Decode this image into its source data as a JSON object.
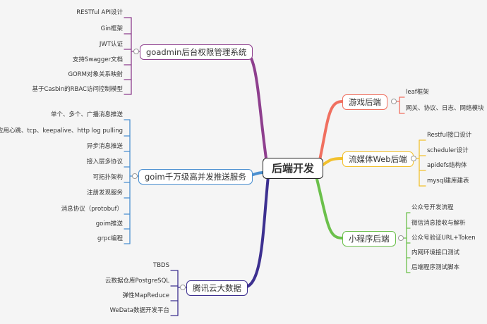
{
  "root": {
    "label": "后端开发"
  },
  "branches": {
    "goadmin": {
      "label": "goadmin后台权限管理系统",
      "color": "#8e3f8e",
      "items": [
        "RESTful API设计",
        "Gin框架",
        "JWT认证",
        "支持Swagger文档",
        "GORM对象关系映射",
        "基于Casbin的RBAC访问控制模型"
      ]
    },
    "goim": {
      "label": "goim千万级高并发推送服务",
      "color": "#4a8fd0",
      "items": [
        "单个、多个、广播消息推送",
        "应用心跳、tcp、keepalive、http log pulling",
        "异步消息推送",
        "接入层多协议",
        "可拓扑架构",
        "注册发现服务",
        "消息协议（protobuf）",
        "goim推送",
        "grpc编程"
      ]
    },
    "tencent": {
      "label": "腾讯云大数据",
      "color": "#3d3090",
      "items": [
        "TBDS",
        "云数据仓库PostgreSQL",
        "弹性MapReduce",
        "WeData数据开发平台"
      ]
    },
    "game": {
      "label": "游戏后端",
      "color": "#f07060",
      "items": [
        "leaf框架",
        "网关、协议、日志、网络模块"
      ]
    },
    "stream": {
      "label": "流媒体Web后端",
      "color": "#f2c12e",
      "items": [
        "Restful接口设计",
        "scheduler设计",
        "apidefs结构体",
        "mysql建库建表"
      ]
    },
    "mini": {
      "label": "小程序后端",
      "color": "#6bc04b",
      "items": [
        "公众号开发流程",
        "微信消息接收与解析",
        "公众号验证URL+Token",
        "内网环境接口测试",
        "后端程序测试脚本"
      ]
    }
  }
}
